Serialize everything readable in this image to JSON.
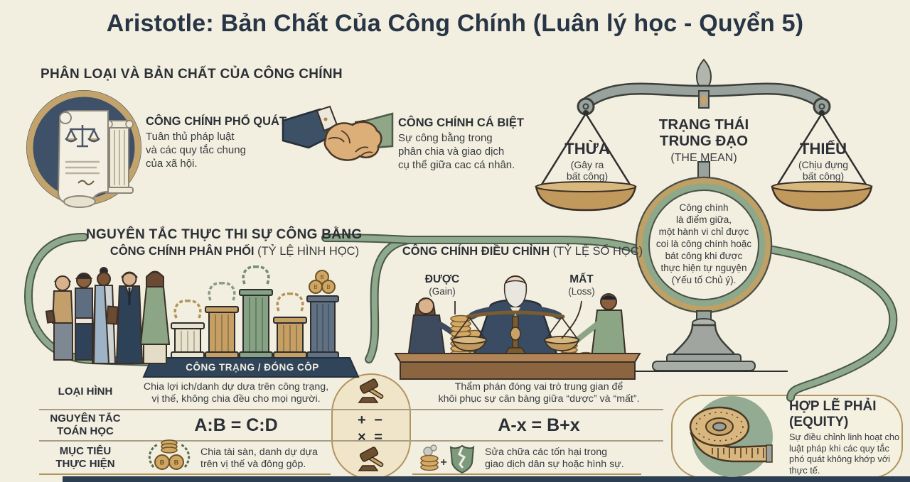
{
  "title": "Aristotle: Bản Chất Của Công Chính (Luân lý học - Quyển 5)",
  "colors": {
    "background": "#f3efe0",
    "ink": "#2b2f36",
    "navy": "#31455a",
    "gold": "#c2a36b",
    "ribbon_green": "#8fa98c",
    "capsule_border": "#b2945f"
  },
  "classification": {
    "heading": "PHÂN LOẠI VÀ BẢN CHẤT CỦA CÔNG CHÍNH",
    "universal": {
      "title": "CÔNG CHÍNH PHỔ QUÁT",
      "body": "Tuân thủ pháp luật\nvà các quy tắc chung\ncủa xã hội."
    },
    "particular": {
      "title": "CÔNG CHÍNH CÁ BIỆT",
      "body": "Sự công bằng trong\nphân chia và giao dịch\ncụ thể giữa cac cá nhân."
    }
  },
  "balance": {
    "excess": {
      "title": "THỪA",
      "subtitle": "(Gây ra\nbất công)"
    },
    "mean": {
      "title": "TRẠNG THÁI\nTRUNG ĐẠO",
      "subtitle": "(THE MEAN)"
    },
    "deficiency": {
      "title": "THIẾU",
      "subtitle": "(Chịu đựng\nbất công)"
    },
    "ring_note": "Công chính\nlà điểm giữa,\nmột hành vi chỉ được\ncoi là công chính hoặc\nbát công khi được\nthực hiện tự nguyện\n(Yếu tố Chủ ý)."
  },
  "principles": {
    "heading": "NGUYÊN TẮC THỰC THI SỰ CÔNG BẰNG",
    "distributive": {
      "title": "CÔNG CHÍNH PHÂN PHỐI",
      "note": " (TỶ LỆ HÌNH HỌC)",
      "platform_label": "CÔNG TRẠNG / ĐÓNG CÔP"
    },
    "corrective": {
      "title": "CÔNG CHÍNH ĐIỀU CHỈNH",
      "note": " (TỶ LỆ SỐ HỌC)",
      "gain": {
        "title": "ĐƯỢC",
        "subtitle": "(Gain)"
      },
      "loss": {
        "title": "MẤT",
        "subtitle": "(Loss)"
      }
    }
  },
  "comparison": {
    "row_labels": [
      "LOẠI HÌNH",
      "NGUYÊN TẮC\nTOÁN HỌC",
      "MỤC TIÊU\nTHỰC HIỆN"
    ],
    "middle_symbols": "+ −\n× =",
    "distributive": {
      "type": "Chia lợi ich/danh dự dưa trên công trạng,\nvị thế, không chia đều cho mọi người.",
      "formula": "A:B = C:D",
      "goal": "Chia tài sàn, danh dự dựa\ntrên vị thế và đông gôp."
    },
    "corrective": {
      "type": "Thẩm phán đóng vai trò trung gian để\nkhôi phục sự cân bàng giữa “dược” và “mất”.",
      "formula": "A-x = B+x",
      "goal": "Sửa chữa các tốn hại trong\ngiao dịch dân sự hoặc hình sự."
    }
  },
  "equity": {
    "title": "HỢP LẼ PHẢI\n(EQUITY)",
    "body": "Sự điều chỉnh linh hoạt cho\nluật pháp khi các quy tắc\nphó quát không khớp với\nthực tế."
  },
  "icons": {
    "seal": "scroll-and-column-seal",
    "handshake": "handshake",
    "balance": "balance-scale",
    "people": "people-group",
    "pillars": "pillars-with-laurels",
    "judge": "judge-with-hand-scale",
    "gavel": "gavel",
    "laurel_coins": "laurel-coins",
    "coins_shield": "coins-broken-shield",
    "tape": "tape-measure",
    "coin_letter": "B",
    "plus": "+"
  }
}
